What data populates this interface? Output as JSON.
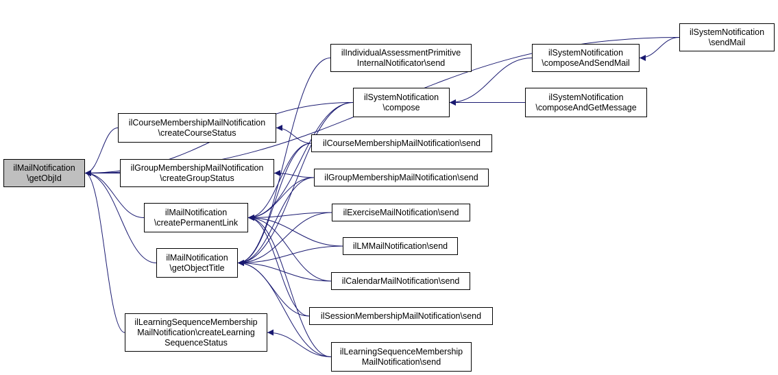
{
  "colors": {
    "edge": "#191970",
    "border": "#000000",
    "focus_fill": "#bfbfbf"
  },
  "nodes": {
    "getObjId": {
      "lines": [
        "ilMailNotification",
        "\\getObjId"
      ]
    },
    "createCourseStatus": {
      "lines": [
        "ilCourseMembershipMailNotification",
        "\\createCourseStatus"
      ]
    },
    "createGroupStatus": {
      "lines": [
        "ilGroupMembershipMailNotification",
        "\\createGroupStatus"
      ]
    },
    "createPermanentLink": {
      "lines": [
        "ilMailNotification",
        "\\createPermanentLink"
      ]
    },
    "getObjectTitle": {
      "lines": [
        "ilMailNotification",
        "\\getObjectTitle"
      ]
    },
    "createLearningSeqStatus": {
      "lines": [
        "ilLearningSequenceMembership",
        "MailNotification\\createLearning",
        "SequenceStatus"
      ]
    },
    "indivAssessSend": {
      "lines": [
        "ilIndividualAssessmentPrimitive",
        "InternalNotificator\\send"
      ]
    },
    "sysCompose": {
      "lines": [
        "ilSystemNotification",
        "\\compose"
      ]
    },
    "courseSend": {
      "lines": [
        "ilCourseMembershipMailNotification\\send"
      ]
    },
    "groupSend": {
      "lines": [
        "ilGroupMembershipMailNotification\\send"
      ]
    },
    "exerciseSend": {
      "lines": [
        "ilExerciseMailNotification\\send"
      ]
    },
    "lmSend": {
      "lines": [
        "ilLMMailNotification\\send"
      ]
    },
    "calendarSend": {
      "lines": [
        "ilCalendarMailNotification\\send"
      ]
    },
    "sessionSend": {
      "lines": [
        "ilSessionMembershipMailNotification\\send"
      ]
    },
    "learningSeqSend": {
      "lines": [
        "ilLearningSequenceMembership",
        "MailNotification\\send"
      ]
    },
    "composeAndSendMail": {
      "lines": [
        "ilSystemNotification",
        "\\composeAndSendMail"
      ]
    },
    "composeAndGetMessage": {
      "lines": [
        "ilSystemNotification",
        "\\composeAndGetMessage"
      ]
    },
    "sendMail": {
      "lines": [
        "ilSystemNotification",
        "\\sendMail"
      ]
    }
  },
  "edges": [
    [
      "sendMail",
      "getObjId"
    ],
    [
      "sysCompose",
      "getObjId"
    ],
    [
      "createCourseStatus",
      "getObjId"
    ],
    [
      "createGroupStatus",
      "getObjId"
    ],
    [
      "createPermanentLink",
      "getObjId"
    ],
    [
      "getObjectTitle",
      "getObjId"
    ],
    [
      "createLearningSeqStatus",
      "getObjId"
    ],
    [
      "courseSend",
      "createCourseStatus"
    ],
    [
      "groupSend",
      "createGroupStatus"
    ],
    [
      "learningSeqSend",
      "createLearningSeqStatus"
    ],
    [
      "sysCompose",
      "createPermanentLink"
    ],
    [
      "courseSend",
      "createPermanentLink"
    ],
    [
      "groupSend",
      "createPermanentLink"
    ],
    [
      "exerciseSend",
      "createPermanentLink"
    ],
    [
      "lmSend",
      "createPermanentLink"
    ],
    [
      "calendarSend",
      "createPermanentLink"
    ],
    [
      "sessionSend",
      "createPermanentLink"
    ],
    [
      "learningSeqSend",
      "createPermanentLink"
    ],
    [
      "indivAssessSend",
      "getObjectTitle"
    ],
    [
      "sysCompose",
      "getObjectTitle"
    ],
    [
      "courseSend",
      "getObjectTitle"
    ],
    [
      "groupSend",
      "getObjectTitle"
    ],
    [
      "exerciseSend",
      "getObjectTitle"
    ],
    [
      "lmSend",
      "getObjectTitle"
    ],
    [
      "calendarSend",
      "getObjectTitle"
    ],
    [
      "sessionSend",
      "getObjectTitle"
    ],
    [
      "learningSeqSend",
      "getObjectTitle"
    ],
    [
      "composeAndSendMail",
      "sysCompose"
    ],
    [
      "composeAndGetMessage",
      "sysCompose"
    ],
    [
      "sendMail",
      "composeAndSendMail"
    ]
  ]
}
